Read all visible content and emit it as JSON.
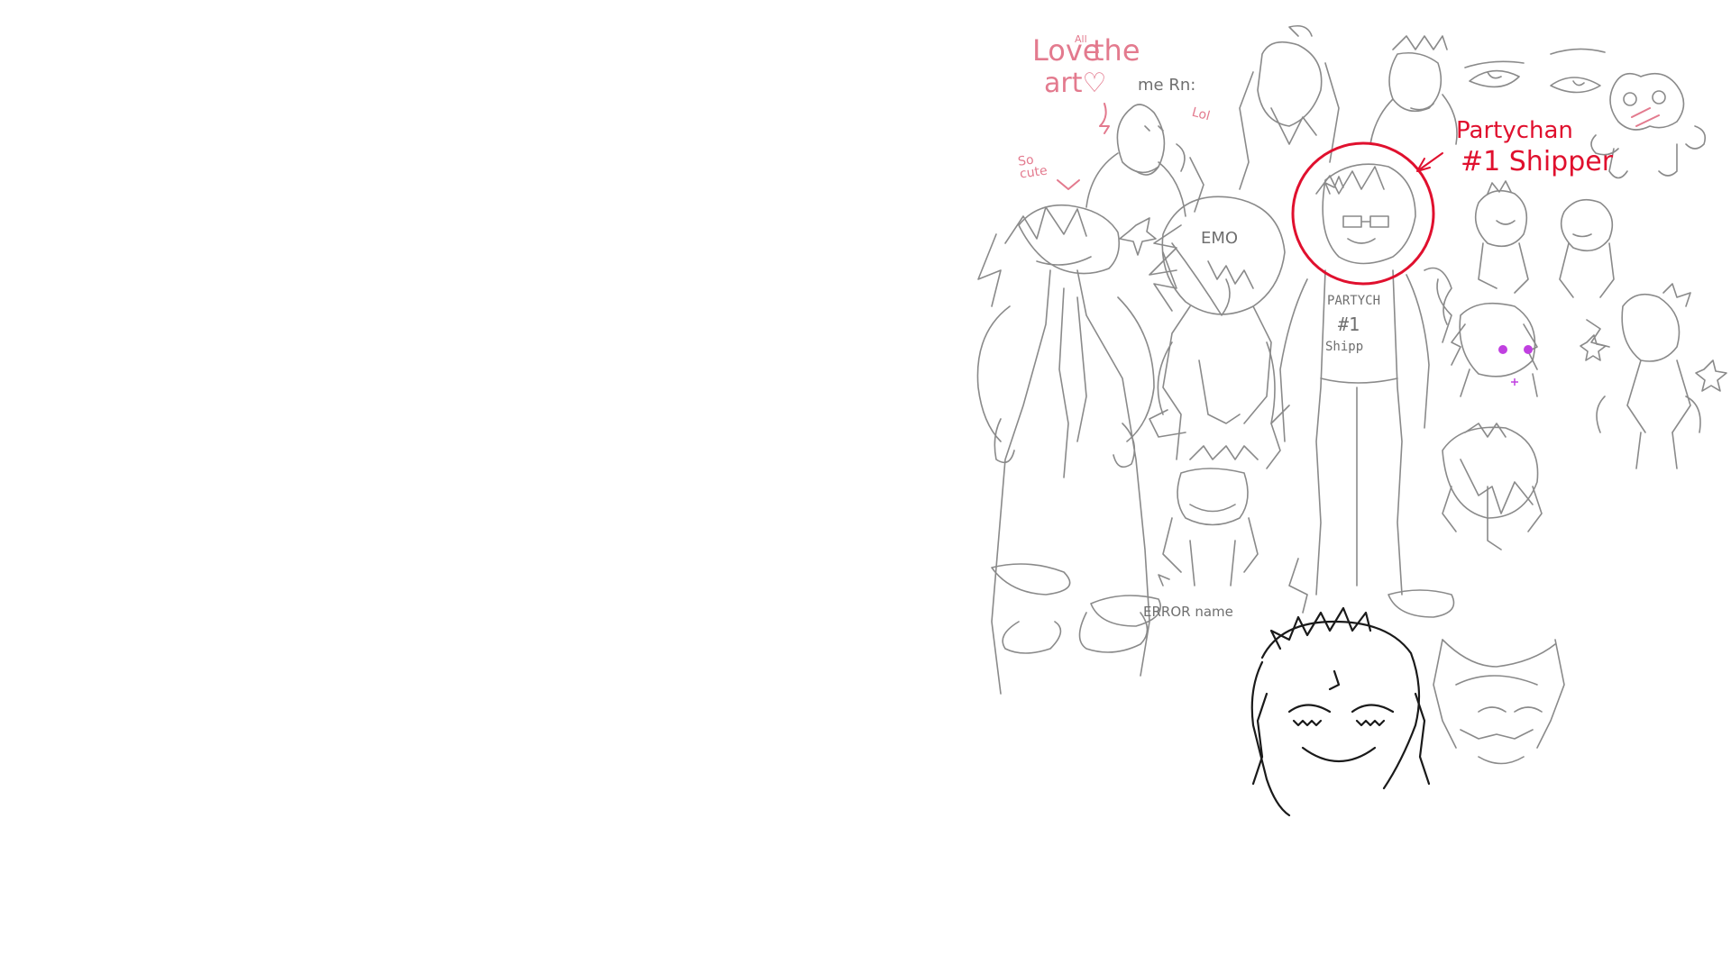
{
  "canvas": {
    "background": "#ffffff"
  },
  "annotations": {
    "love_line1": "Love",
    "love_all": "All",
    "love_the": "the",
    "love_line2": "art♡",
    "me_rn": "me Rn:",
    "lol": "Lol",
    "so_cute": "So cute",
    "partychan": "Partychan",
    "shipper": "#1 Shipper",
    "shirt_line1": "PARTYCH",
    "shirt_line2": "#1",
    "shirt_line3": "Shipp",
    "emo": "EMO",
    "error_name": "ERROR name"
  },
  "colors": {
    "pencil": "#8a8a8a",
    "dark_ink": "#1a1a1a",
    "pink_ink": "#e37a8e",
    "red_ink": "#e0102e",
    "purple_eyes": "#c040e0"
  }
}
